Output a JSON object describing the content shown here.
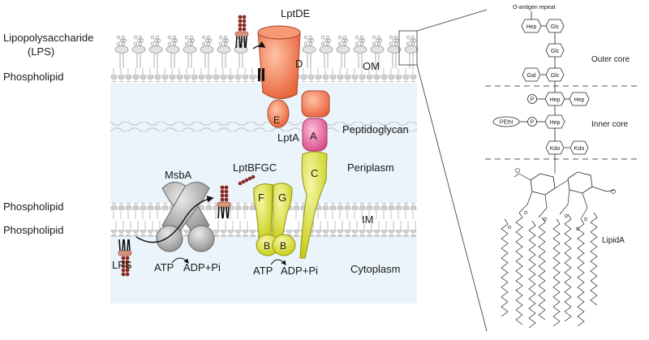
{
  "left_labels": {
    "lps_line1": "Lipopolysaccharide",
    "lps_line2": "(LPS)",
    "phospholipid_top": "Phospholipid",
    "phospholipid_im_outer": "Phospholipid",
    "phospholipid_im_inner": "Phospholipid"
  },
  "compartments": {
    "om": "OM",
    "peptidoglycan": "Peptidoglycan",
    "periplasm": "Periplasm",
    "im": "IM",
    "cytoplasm": "Cytoplasm"
  },
  "proteins": {
    "lptde": "LptDE",
    "d": "D",
    "e": "E",
    "lpta_label": "LptA",
    "a": "A",
    "c": "C",
    "lptbfgc": "LptBFGC",
    "f": "F",
    "g": "G",
    "b1": "B",
    "b2": "B",
    "msba": "MsbA"
  },
  "energy": {
    "atp_msba": "ATP",
    "adp_msba": "ADP+Pi",
    "atp_lpt": "ATP",
    "adp_lpt": "ADP+Pi"
  },
  "lps_label": "LPS",
  "structure": {
    "o_antigen": "O-antigen repeat",
    "outer_core": "Outer core",
    "inner_core": "Inner core",
    "lipid_a": "LipidA",
    "sugars": {
      "hep1": "Hep",
      "glc1": "Glc",
      "glc2": "Glc",
      "gal": "Gal",
      "glc3": "Glc",
      "p1": "P",
      "hep2": "Hep",
      "hep3": "Hep",
      "petn": "PEtN",
      "p2": "P",
      "hep4": "Hep",
      "kdo1": "Kdo",
      "kdo2": "Kdo"
    }
  },
  "colors": {
    "lptde": "#ee7b52",
    "lpta": "#e36aa0",
    "lptc": "#d9dd1e",
    "msba": "#a8a8a8",
    "lps_bead": "#8b2a24",
    "lps_glycerol": "#d6957e",
    "membrane_head": "#c8c8c8",
    "periplasm": "#eaf4fa"
  }
}
